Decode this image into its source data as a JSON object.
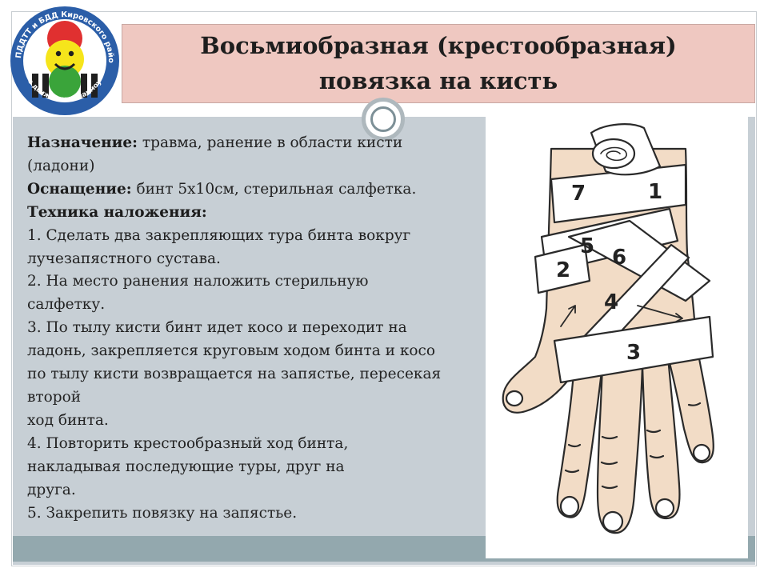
{
  "title": {
    "line1": "Восьмиобразная (крестообразная)",
    "line2": "повязка на кисть"
  },
  "logo": {
    "ring_text": "РОЦ по ПДДТТ и БДД Кировского района СПб",
    "bottom_text": "Дорожное движение - взаимоуважение!"
  },
  "body": {
    "purpose_label": "Назначение:",
    "purpose_text": " травма, ранение в области кисти",
    "purpose_text_cont": "(ладони)",
    "equipment_label": "Оснащение:",
    "equipment_text": " бинт 5х10см, стерильная салфетка.",
    "technique_label": "Техника наложения:",
    "steps": [
      "1. Сделать два закрепляющих тура бинта вокруг",
      "лучезапястного сустава.",
      "2. На место ранения наложить стерильную",
      "салфетку.",
      "3. По тылу кисти бинт идет косо и переходит на",
      "ладонь, закрепляется круговым ходом бинта и косо",
      "по тылу кисти возвращается на запястье, пересекая",
      "второй",
      "ход бинта.",
      "4. Повторить крестообразный ход бинта,",
      "накладывая последующие туры, друг на",
      "друга.",
      "5. Закрепить повязку на запястье."
    ]
  },
  "figure": {
    "tour_numbers": [
      "1",
      "2",
      "3",
      "4",
      "5",
      "6",
      "7"
    ]
  },
  "colors": {
    "title_bg": "#efc8c1",
    "panel_bg": "#c7cfd5",
    "bottom_band": "#93a8ae",
    "skin": "#f2dcc6"
  }
}
